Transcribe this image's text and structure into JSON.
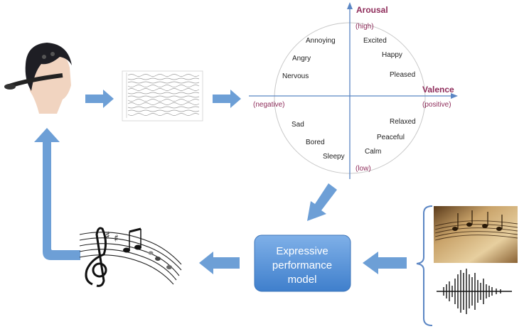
{
  "circumplex": {
    "arousal_label": "Arousal",
    "valence_label": "Valence",
    "high": "(high)",
    "low": "(low)",
    "negative": "(negative)",
    "positive": "(positive)",
    "emotions": {
      "annoying": "Annoying",
      "angry": "Angry",
      "nervous": "Nervous",
      "excited": "Excited",
      "happy": "Happy",
      "pleased": "Pleased",
      "sad": "Sad",
      "bored": "Bored",
      "sleepy": "Sleepy",
      "relaxed": "Relaxed",
      "peaceful": "Peaceful",
      "calm": "Calm"
    }
  },
  "model_box": {
    "line1": "Expressive",
    "line2": "performance",
    "line3": "model"
  },
  "colors": {
    "arrow": "#6d9fd6",
    "arrow_dark": "#4a7fc0",
    "axis": "#5b86c4",
    "accent_label": "#8e2c5a",
    "box_fill": "#4f8fd8"
  },
  "icons": {
    "head": "person-with-eeg-headset",
    "eeg": "eeg-signal-plot",
    "notes": "music-notes",
    "sheet": "sheet-music-photo",
    "wave": "audio-waveform"
  }
}
